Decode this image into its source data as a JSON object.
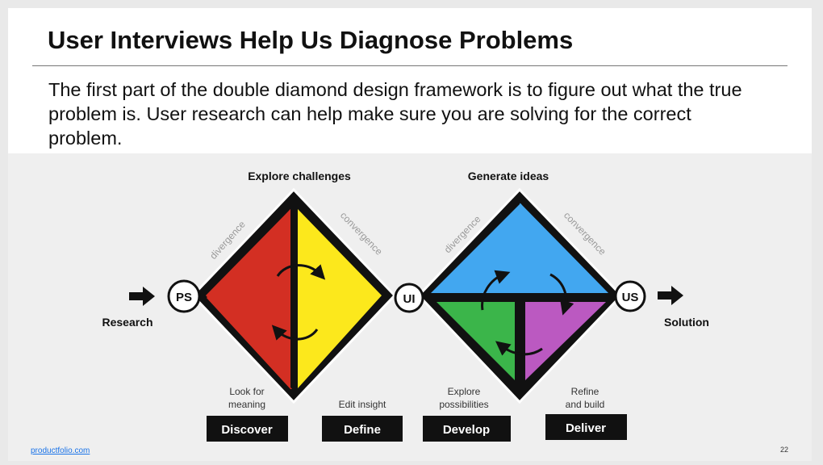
{
  "slide": {
    "title": "User Interviews Help Us Diagnose Problems",
    "body": "The first part of the double diamond design framework is to figure out what the true problem is. User research can help make sure you are solving for the correct problem.",
    "footer_link": "productfolio.com",
    "page_number": "22"
  },
  "diagram": {
    "left_diamond": {
      "heading": "Explore challenges",
      "left_diagonal": "divergence",
      "right_diagonal": "convergence",
      "colors": {
        "left": "#d32f23",
        "right": "#fce81c"
      }
    },
    "right_diamond": {
      "heading": "Generate ideas",
      "left_diagonal": "divergence",
      "right_diagonal": "convergence",
      "colors": {
        "top": "#42a7f0",
        "bottom_left": "#3bb54a",
        "bottom_right": "#bb59c1"
      }
    },
    "nodes": {
      "start": "PS",
      "middle": "UI",
      "end": "US"
    },
    "left_label": "Research",
    "right_label": "Solution",
    "phases": [
      {
        "caption": [
          "Look for",
          "meaning"
        ],
        "button": "Discover"
      },
      {
        "caption": [
          "Edit insight"
        ],
        "button": "Define"
      },
      {
        "caption": [
          "Explore",
          "possibilities"
        ],
        "button": "Develop"
      },
      {
        "caption": [
          "Refine",
          "and build"
        ],
        "button": "Deliver"
      }
    ],
    "icons": [
      "arrow-right-icon",
      "cycle-arrow-icon"
    ]
  }
}
